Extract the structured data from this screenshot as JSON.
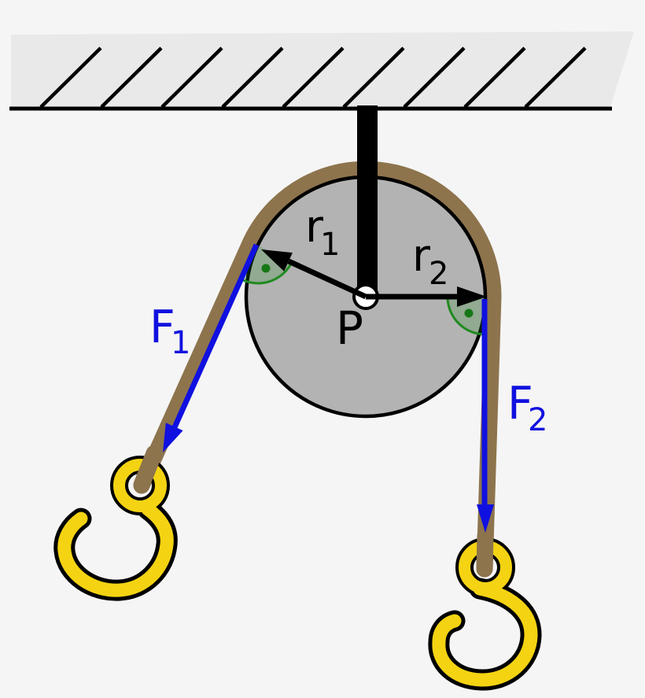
{
  "labels": {
    "radius1": {
      "base": "r",
      "sub": "1"
    },
    "radius2": {
      "base": "r",
      "sub": "2"
    },
    "pivot": "P",
    "force1": {
      "base": "F",
      "sub": "1"
    },
    "force2": {
      "base": "F",
      "sub": "2"
    }
  },
  "colors": {
    "background": "#f5f5f5",
    "ceiling": "#e9e9e9",
    "outline": "#000000",
    "pulley": "#b3b3b3",
    "rope": "#8d744d",
    "hook": "#f4d313",
    "force": "#1010e0",
    "angle": "#1f8a1f",
    "angle_dot": "#157815",
    "pivot_fill": "#ffffff"
  }
}
